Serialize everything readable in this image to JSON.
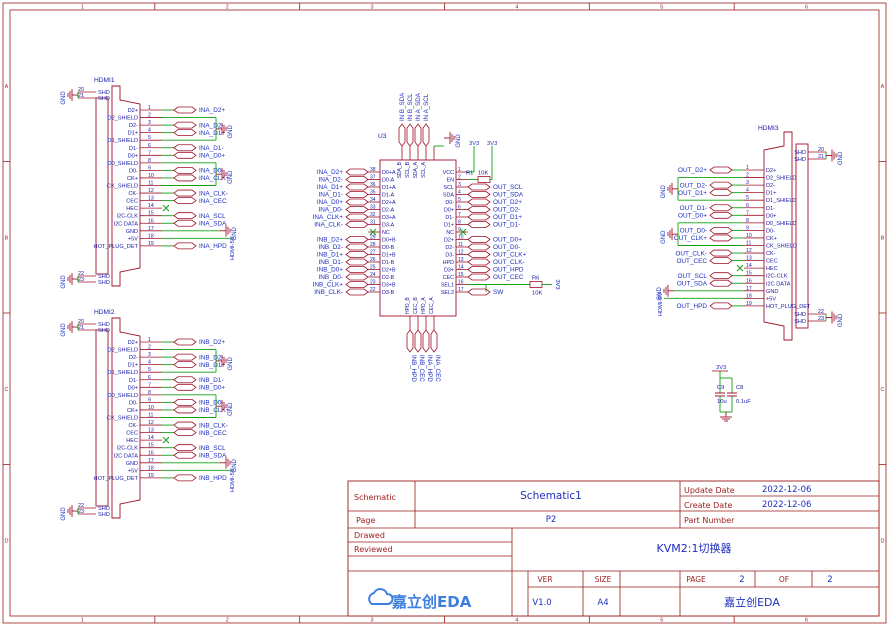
{
  "border": {
    "columns": [
      "1",
      "2",
      "3",
      "4",
      "5",
      "6"
    ],
    "rows": [
      "A",
      "B",
      "C",
      "D"
    ]
  },
  "hdmi1": {
    "name": "HDMI1",
    "pins": [
      {
        "n": "20",
        "l": "SHD"
      },
      {
        "n": "21",
        "l": "SHD"
      },
      {
        "n": "1",
        "l": "D2+"
      },
      {
        "n": "2",
        "l": "D2_SHIELD"
      },
      {
        "n": "3",
        "l": "D2-"
      },
      {
        "n": "4",
        "l": "D1+"
      },
      {
        "n": "5",
        "l": "D1_SHIELD"
      },
      {
        "n": "6",
        "l": "D1-"
      },
      {
        "n": "7",
        "l": "D0+"
      },
      {
        "n": "8",
        "l": "D0_SHIELD"
      },
      {
        "n": "9",
        "l": "D0-"
      },
      {
        "n": "10",
        "l": "CK+"
      },
      {
        "n": "11",
        "l": "CK_SHIELD"
      },
      {
        "n": "12",
        "l": "CK-"
      },
      {
        "n": "13",
        "l": "CEC"
      },
      {
        "n": "14",
        "l": "HEC"
      },
      {
        "n": "15",
        "l": "I2C-CLK"
      },
      {
        "n": "16",
        "l": "I2C DATA"
      },
      {
        "n": "17",
        "l": "GND"
      },
      {
        "n": "18",
        "l": "+5V"
      },
      {
        "n": "19",
        "l": "HOT_PLUG_DET"
      },
      {
        "n": "22",
        "l": "SHD"
      },
      {
        "n": "23",
        "l": "SHD"
      }
    ],
    "nets": [
      "INA_D2+",
      "INA_D2-",
      "INA_D1+",
      "INA_D1-",
      "INA_D0+",
      "INA_D0-",
      "INA_CLK+",
      "INA_CLK-",
      "INA_CEC",
      "INA_SCL",
      "INA_SDA",
      "INA_HPD"
    ],
    "power": "HDMI-5V"
  },
  "hdmi2": {
    "name": "HDMI2",
    "nets": [
      "INB_D2+",
      "INB_D2-",
      "INB_D1+",
      "INB_D1-",
      "INB_D0+",
      "INB_D0-",
      "INB_CLK+",
      "INB_CLK-",
      "INB_CEC",
      "INB_SCL",
      "INB_SDA",
      "INB_HPD"
    ],
    "power": "HDMI-5V"
  },
  "hdmi3": {
    "name": "HDMI3",
    "pins": [
      {
        "n": "1",
        "l": "D2+"
      },
      {
        "n": "2",
        "l": "D2_SHIELD"
      },
      {
        "n": "3",
        "l": "D2-"
      },
      {
        "n": "4",
        "l": "D1+"
      },
      {
        "n": "5",
        "l": "D1_SHIELD"
      },
      {
        "n": "6",
        "l": "D1-"
      },
      {
        "n": "7",
        "l": "D0+"
      },
      {
        "n": "8",
        "l": "D0_SHIELD"
      },
      {
        "n": "9",
        "l": "D0-"
      },
      {
        "n": "10",
        "l": "CK+"
      },
      {
        "n": "11",
        "l": "CK_SHIELD"
      },
      {
        "n": "12",
        "l": "CK-"
      },
      {
        "n": "13",
        "l": "CEC"
      },
      {
        "n": "14",
        "l": "HEC"
      },
      {
        "n": "15",
        "l": "I2C-CLK"
      },
      {
        "n": "16",
        "l": "I2C DATA"
      },
      {
        "n": "17",
        "l": "GND"
      },
      {
        "n": "18",
        "l": "+5V"
      },
      {
        "n": "19",
        "l": "HOT_PLUG_DET"
      }
    ],
    "nets": [
      "OUT_D2+",
      "OUT_D2-",
      "OUT_D1+",
      "OUT_D1-",
      "OUT_D0+",
      "OUT_D0-",
      "OUT_CLK+",
      "OUT_CLK-",
      "OUT_CEC",
      "OUT_SCL",
      "OUT_SDA",
      "OUT_HPD"
    ],
    "power": "HDMI-5V"
  },
  "u3": {
    "name": "U3",
    "top_nets": [
      "IN B_SDA",
      "IN B_SCL",
      "IN A_SDA",
      "IN A_SCL"
    ],
    "top_pins": [
      "SDA_B",
      "SCL_B",
      "SDA_A",
      "SCL_A"
    ],
    "left_nets": [
      "INA_D2+",
      "INA_D2-",
      "INA_D1+",
      "INA_D1-",
      "INA_D0+",
      "INA_D0-",
      "INA_CLK+",
      "INA_CLK-",
      "",
      "INB_D2+",
      "INB_D2-",
      "INB_D1+",
      "INB_D1-",
      "INB_D0+",
      "INB_D0-",
      "INB_CLK+",
      "INB_CLK-"
    ],
    "left_pins": [
      {
        "n": "38",
        "l": "D0+A"
      },
      {
        "n": "37",
        "l": "D0-A"
      },
      {
        "n": "36",
        "l": "D1+A"
      },
      {
        "n": "35",
        "l": "D1-A"
      },
      {
        "n": "34",
        "l": "D2+A"
      },
      {
        "n": "33",
        "l": "D2-A"
      },
      {
        "n": "32",
        "l": "D3+A"
      },
      {
        "n": "31",
        "l": "D3-A"
      },
      {
        "n": "",
        "l": "NC"
      },
      {
        "n": "29",
        "l": "D0+B"
      },
      {
        "n": "28",
        "l": "D0-B"
      },
      {
        "n": "27",
        "l": "D1+B"
      },
      {
        "n": "26",
        "l": "D1-B"
      },
      {
        "n": "25",
        "l": "D2+B"
      },
      {
        "n": "24",
        "l": "D2-B"
      },
      {
        "n": "23",
        "l": "D3+B"
      },
      {
        "n": "22",
        "l": "D3-B"
      }
    ],
    "right_pins": [
      {
        "n": "1",
        "l": "VCC"
      },
      {
        "n": "2",
        "l": "EN"
      },
      {
        "n": "3",
        "l": "SCL"
      },
      {
        "n": "4",
        "l": "SDA"
      },
      {
        "n": "5",
        "l": "D0-"
      },
      {
        "n": "6",
        "l": "D0+"
      },
      {
        "n": "7",
        "l": "D1-"
      },
      {
        "n": "8",
        "l": "D1+"
      },
      {
        "n": "9",
        "l": "NC"
      },
      {
        "n": "10",
        "l": "D2+"
      },
      {
        "n": "11",
        "l": "D2-"
      },
      {
        "n": "12",
        "l": "D3-"
      },
      {
        "n": "13",
        "l": "HPD"
      },
      {
        "n": "14",
        "l": "D3+"
      },
      {
        "n": "15",
        "l": "CEC"
      },
      {
        "n": "16",
        "l": "SEL1"
      },
      {
        "n": "17",
        "l": "SEL2"
      }
    ],
    "right_nets": [
      "",
      "",
      "OUT_SCL",
      "OUT_SDA",
      "OUT_D2+",
      "OUT_D2-",
      "OUT_D1+",
      "OUT_D1-",
      "",
      "OUT_D0+",
      "OUT_D0-",
      "OUT_CLK+",
      "OUT_CLK-",
      "OUT_HPD",
      "OUT_CEC",
      "",
      ""
    ],
    "bottom_nets": [
      "INB_HPD",
      "INB_CEC",
      "INA_HPD",
      "INA_CEC"
    ],
    "bottom_pins": [
      "HPD_B",
      "CEC_B",
      "HPD_A",
      "CEC_A"
    ],
    "r1": {
      "ref": "R1",
      "value": "10K",
      "power": "3V3"
    },
    "vcc_power": "3V3",
    "r6": {
      "ref": "R6",
      "value": "10K",
      "power": "3V3"
    },
    "sw_net": "SW"
  },
  "caps": {
    "power": "3V3",
    "c9": {
      "ref": "C9",
      "value": "10u"
    },
    "c8": {
      "ref": "C8",
      "value": "0.1uF"
    }
  },
  "title_block": {
    "schematic_label": "Schematic",
    "schematic_value": "Schematic1",
    "page_label": "Page",
    "page_value": "P2",
    "drawed_label": "Drawed",
    "reviewed_label": "Reviewed",
    "update_date_label": "Update Date",
    "update_date_value": "2022-12-06",
    "create_date_label": "Create Date",
    "create_date_value": "2022-12-06",
    "part_number_label": "Part Number",
    "title": "KVM2:1切换器",
    "ver_label": "VER",
    "ver_value": "V1.0",
    "size_label": "SIZE",
    "size_value": "A4",
    "page_num_label": "PAGE",
    "page_num_value": "2",
    "of_label": "OF",
    "of_value": "2",
    "company": "嘉立创EDA",
    "logo_text": "嘉立创EDA"
  },
  "gnd_label": "GND",
  "colors": {
    "border": "#9b1c1c",
    "component": "#a0102a",
    "pin_text": "#1a1aa6",
    "wire": "#11a011",
    "net": "#1e2fbf",
    "logo": "#3d7ee0"
  }
}
